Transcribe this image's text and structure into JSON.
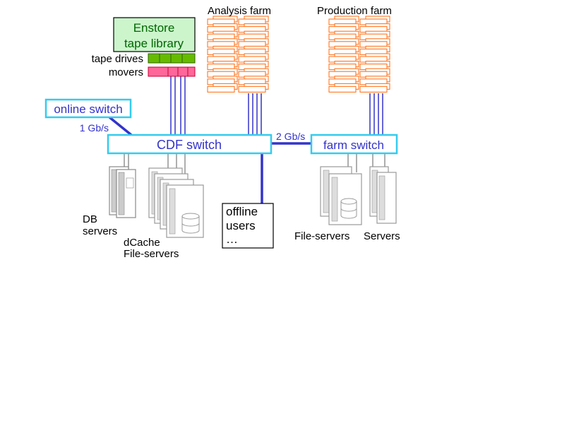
{
  "labels": {
    "enstore_line1": "Enstore",
    "enstore_line2": "tape library",
    "tape_drives": "tape drives",
    "movers": "movers",
    "analysis_farm": "Analysis farm",
    "production_farm": "Production farm",
    "online_switch": "online switch",
    "link_1gbs": "1 Gb/s",
    "cdf_switch": "CDF switch",
    "link_2gbs": "2 Gb/s",
    "farm_switch": "farm switch",
    "db_line1": "DB",
    "db_line2": "servers",
    "dcache_line1": "dCache",
    "dcache_line2": "File-servers",
    "offline_line1": "offline",
    "offline_line2": "users",
    "offline_line3": "…",
    "file_servers": "File-servers",
    "servers": "Servers"
  },
  "colors": {
    "switch_border": "#33ccee",
    "switch_text": "#3333cc",
    "link": "#3333cc",
    "farm_node": "#ff7722",
    "enstore_fill": "#ccf5cc",
    "enstore_text": "#006600",
    "tape_drive_fill": "#66bb00",
    "mover_fill": "#ff6699",
    "server_stroke": "#999999"
  },
  "icons": {
    "tape_library": "tape-library-icon",
    "server_tower": "server-tower-icon",
    "disk_cylinder": "disk-cylinder-icon"
  }
}
